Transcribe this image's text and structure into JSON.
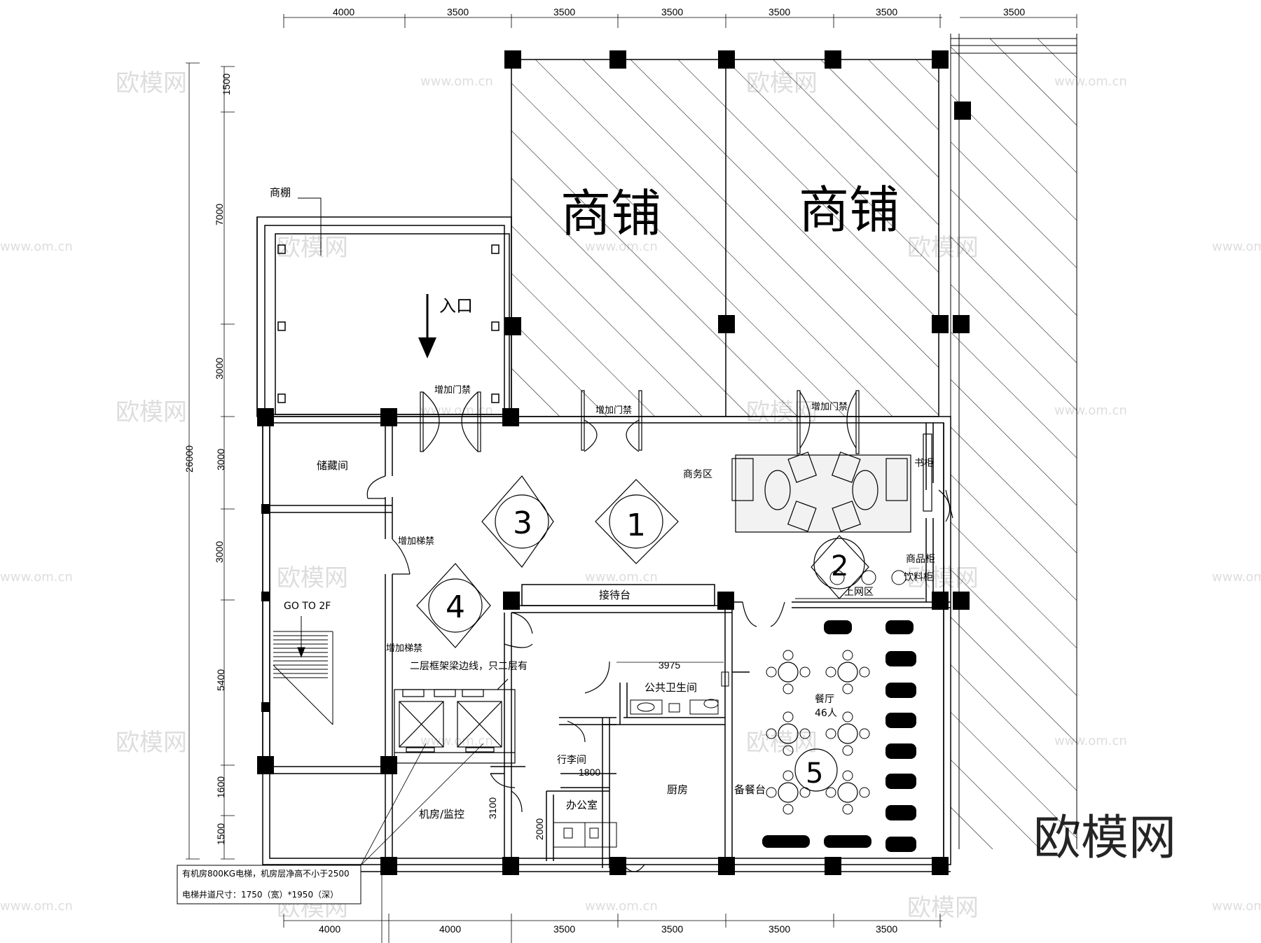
{
  "dimensions": {
    "top": [
      "4000",
      "3500",
      "3500",
      "3500",
      "3500",
      "3500",
      "3500"
    ],
    "bottom": [
      "4000",
      "4000",
      "3500",
      "3500",
      "3500",
      "3500"
    ],
    "left_outer": "26000",
    "left_inner": [
      "1500",
      "7000",
      "3000",
      "3000",
      "3000",
      "5400",
      "1600",
      "1500"
    ],
    "internal": {
      "toilet_width": "3975",
      "luggage_width": "1800",
      "machine_depth": "3100",
      "office_depth": "2000"
    }
  },
  "shops": [
    "商铺",
    "商铺"
  ],
  "rooms": {
    "canopy": "商棚",
    "entrance": "入口",
    "storage": "储藏间",
    "business": "商务区",
    "bookcase": "书柜",
    "goods_cabinet": "商品柜",
    "drink_cabinet": "饮料柜",
    "internet": "上网区",
    "reception": "接待台",
    "stairs": "GO TO 2F",
    "toilet": "公共卫生间",
    "dining": "餐厅",
    "dining_capacity": "46人",
    "luggage": "行李间",
    "kitchen": "厨房",
    "serving": "备餐台",
    "machine_room": "机房/监控",
    "office": "办公室"
  },
  "door_labels": [
    "增加门禁",
    "增加门禁",
    "增加门禁"
  ],
  "stair_labels": [
    "增加梯禁",
    "增加梯禁"
  ],
  "beam_note": "二层框架梁边线，只二层有",
  "elevator_note": [
    "有机房800KG电梯，机房层净高不小于2500",
    "电梯井道尺寸：1750（宽）*1950（深）"
  ],
  "zones": [
    "1",
    "2",
    "3",
    "4",
    "5"
  ],
  "watermark": {
    "brand": "欧模网",
    "url": "www.om.cn"
  }
}
